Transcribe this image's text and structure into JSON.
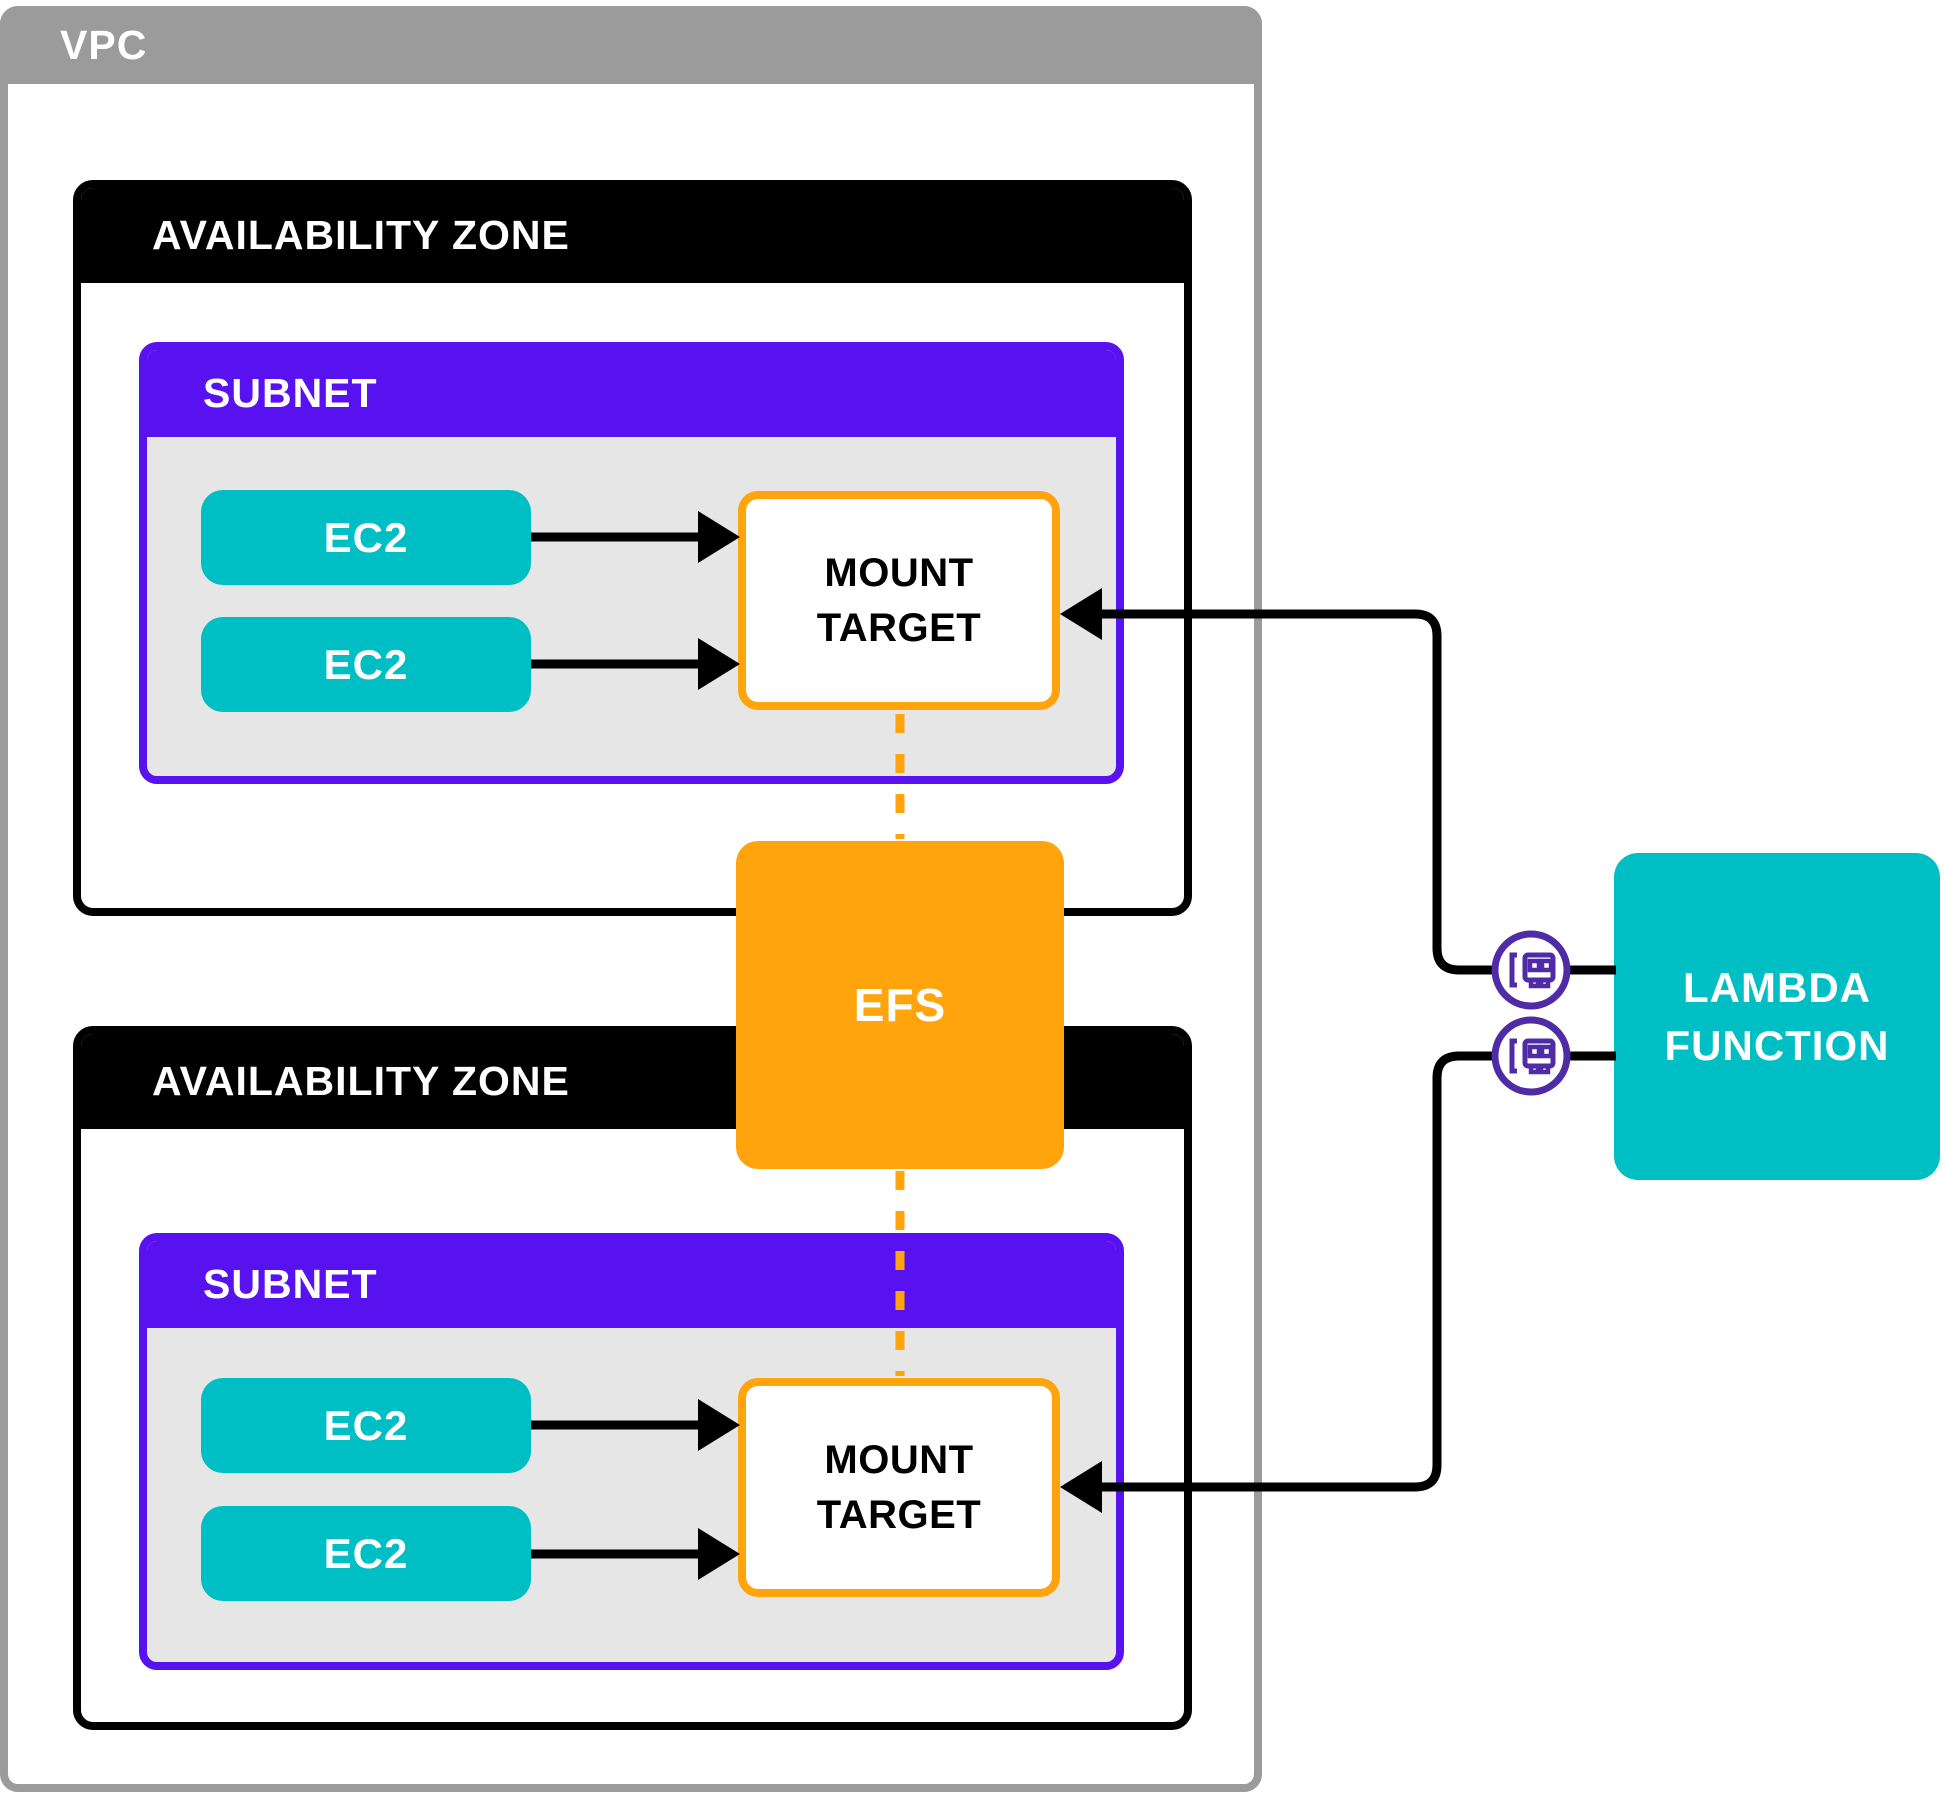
{
  "diagram": {
    "title": "VPC / EFS / Lambda architecture diagram",
    "vpc": {
      "label": "VPC"
    },
    "availability_zones": [
      {
        "label": "AVAILABILITY ZONE",
        "subnet": {
          "label": "SUBNET",
          "ec2_instances": [
            {
              "label": "EC2"
            },
            {
              "label": "EC2"
            }
          ],
          "mount_target": {
            "label": "MOUNT TARGET"
          }
        }
      },
      {
        "label": "AVAILABILITY ZONE",
        "subnet": {
          "label": "SUBNET",
          "ec2_instances": [
            {
              "label": "EC2"
            },
            {
              "label": "EC2"
            }
          ],
          "mount_target": {
            "label": "MOUNT TARGET"
          }
        }
      }
    ],
    "efs": {
      "label": "EFS"
    },
    "lambda": {
      "label": "LAMBDA FUNCTION"
    },
    "icons": {
      "eni_top": "elastic-network-interface-icon",
      "eni_bottom": "elastic-network-interface-icon"
    },
    "connections": [
      "EC2 -> MOUNT TARGET (x4, solid black arrows)",
      "MOUNT TARGET <-> EFS (x2, dashed orange links)",
      "LAMBDA FUNCTION -> ENI -> MOUNT TARGET (x2, solid black arrows)"
    ],
    "colors": {
      "vpc_gray": "#9B9B9B",
      "az_black": "#000000",
      "subnet_violet": "#5812F0",
      "subnet_body_gray": "#E7E6E6",
      "teal": "#00BFC4",
      "orange": "#FFA40C",
      "eni_purple": "#4F2CA5",
      "connector_black": "#000000",
      "text_white": "#FFFFFF"
    }
  }
}
